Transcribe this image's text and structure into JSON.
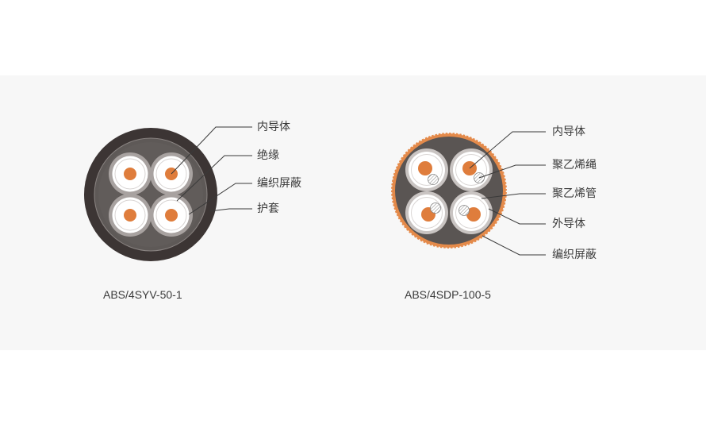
{
  "cable_left": {
    "model": "ABS/4SYV-50-1",
    "labels": [
      "内导体",
      "绝缘",
      "编织屏蔽",
      "护套"
    ]
  },
  "cable_right": {
    "model": "ABS/4SDP-100-5",
    "labels": [
      "内导体",
      "聚乙烯绳",
      "聚乙烯管",
      "外导体",
      "编织屏蔽"
    ]
  },
  "colors": {
    "jacket": "#3c3534",
    "filler": "#5a5553",
    "shield_ring": "#a8a2a0",
    "insulation": "#f2f2f2",
    "conductor": "#df7d3c",
    "braid_dots": "#e48a4a",
    "leader": "#3a3a3a",
    "panel": "#f7f7f7"
  }
}
